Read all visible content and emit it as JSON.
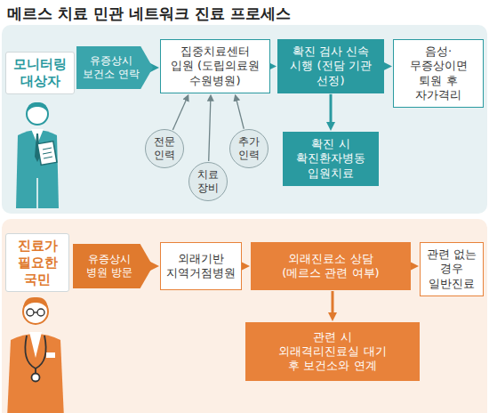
{
  "diagram": {
    "title": "메르스 치료 민관 네트워크 진료 프로세스",
    "nodes": [
      {
        "text": [
          "모니터링 대상자"
        ]
      },
      {
        "text": [
          "유증상시 보건소 연락"
        ]
      },
      {
        "text": [
          "집중치료센터 입원 (도립의료원 수원병원)"
        ]
      },
      {
        "text": [
          "전문 인력"
        ]
      },
      {
        "text": [
          "치료 장비"
        ]
      },
      {
        "text": [
          "추가 인력"
        ]
      },
      {
        "text": [
          "확진 검사 신속 시행 (전담 기관 선정)"
        ]
      },
      {
        "text": [
          "음성·무증상이면 퇴원 후 자가격리"
        ]
      },
      {
        "text": [
          "확진 시 확진환자병동 입원치료"
        ]
      },
      {
        "text": [
          "진료가 필요한 국민"
        ]
      },
      {
        "text": [
          "유증상시 병원 방문"
        ]
      },
      {
        "text": [
          "외래기반 지역거점병원"
        ]
      },
      {
        "text": [
          "외래진료소 상담 (메르스 관련 여부)"
        ]
      },
      {
        "text": [
          "관련 없는 경우 일반진료"
        ]
      },
      {
        "text": [
          "관련 시 외래격리진료실 대기 후 보건소와 연계"
        ]
      }
    ],
    "edges": [
      {
        "from": 1,
        "to": 2,
        "arrow": "to"
      },
      {
        "from": 3,
        "to": 2,
        "arrow": "to"
      },
      {
        "from": 4,
        "to": 2,
        "arrow": "to"
      },
      {
        "from": 5,
        "to": 2,
        "arrow": "to"
      },
      {
        "from": 2,
        "to": 6,
        "arrow": "to"
      },
      {
        "from": 6,
        "to": 7,
        "arrow": "to"
      },
      {
        "from": 6,
        "to": 8,
        "arrow": "to"
      },
      {
        "from": 10,
        "to": 11,
        "arrow": "to"
      },
      {
        "from": 11,
        "to": 12,
        "arrow": "to"
      },
      {
        "from": 12,
        "to": 13,
        "arrow": "to"
      },
      {
        "from": 12,
        "to": 14,
        "arrow": "to"
      }
    ]
  }
}
